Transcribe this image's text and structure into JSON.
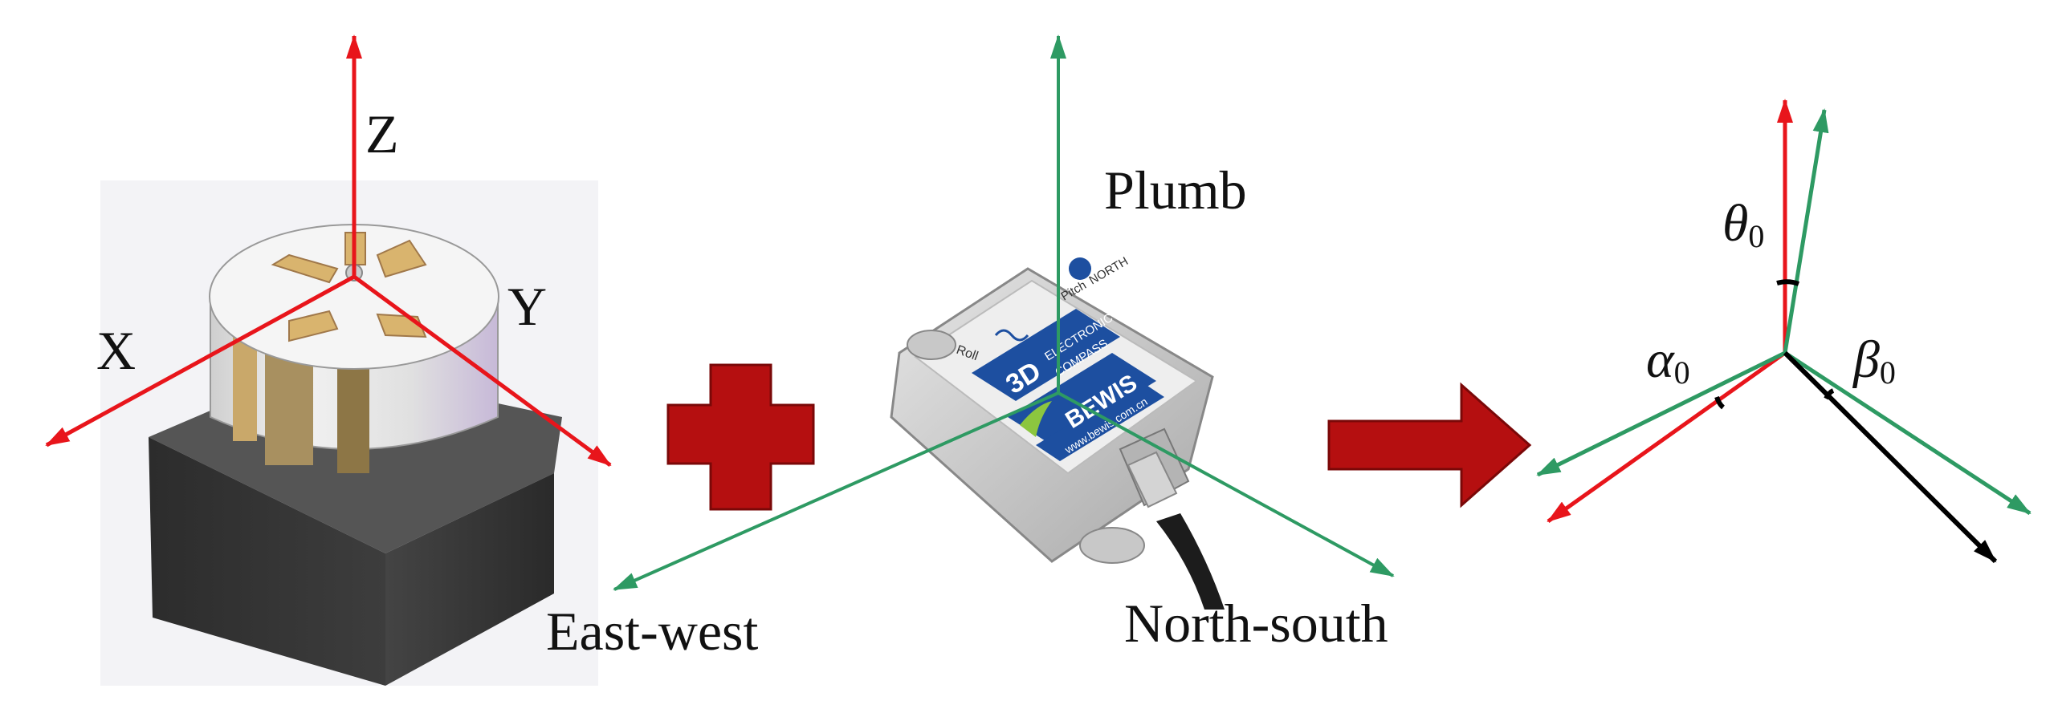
{
  "left_axes": {
    "z": "Z",
    "x": "X",
    "y": "Y"
  },
  "compass_axes": {
    "plumb": "Plumb",
    "east_west": "East-west",
    "north_south": "North-south"
  },
  "device_text": {
    "roll": "Roll",
    "pitch": "Pitch",
    "north": "NORTH",
    "title_line1": "ELECTRONIC",
    "title_line2": "COMPASS",
    "label_3d": "3D",
    "brand": "BEWIS",
    "url": "www.bewis.com.cn"
  },
  "angles": {
    "theta": "θ",
    "alpha": "α",
    "beta": "β",
    "subscript": "0"
  },
  "colors": {
    "red_axis": "#e8151b",
    "green_axis": "#2e9a63",
    "black_axis": "#000000",
    "operator": "#b50f10"
  },
  "icons": {
    "plus": "plus-icon",
    "arrow": "right-arrow-icon"
  }
}
